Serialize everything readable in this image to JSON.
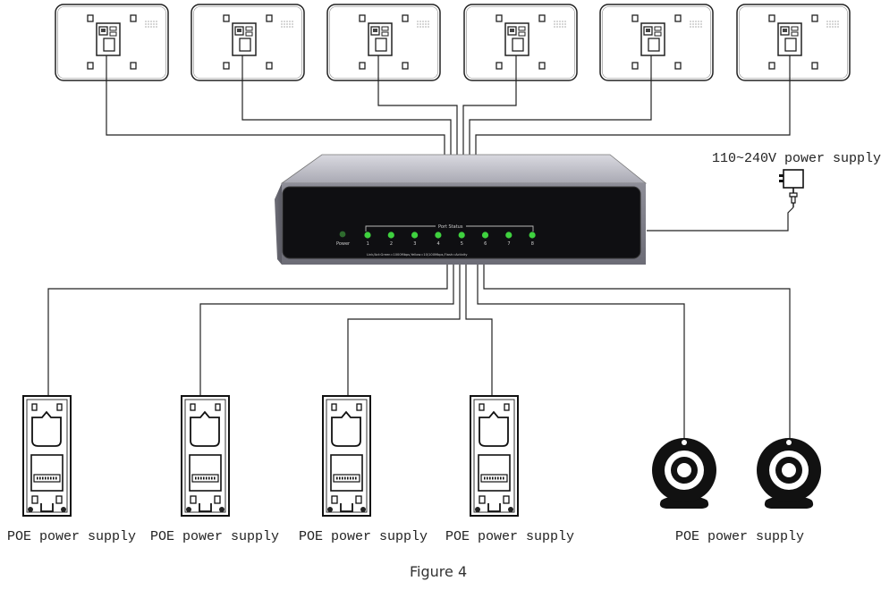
{
  "switch": {
    "power_label": "Power",
    "port_status_label": "Port Status",
    "port_numbers": [
      "1",
      "2",
      "3",
      "4",
      "5",
      "6",
      "7",
      "8"
    ],
    "legend_text": "Link/Act:Green=1000Mbps,Yellow=10/100Mbps,Flash=Activity",
    "led_color": "#3fd13f"
  },
  "power_supply": {
    "label": "110~240V power supply"
  },
  "poe_labels": [
    "POE power supply",
    "POE power supply",
    "POE power supply",
    "POE power supply",
    "POE power supply"
  ],
  "figure_caption": "Figure 4"
}
